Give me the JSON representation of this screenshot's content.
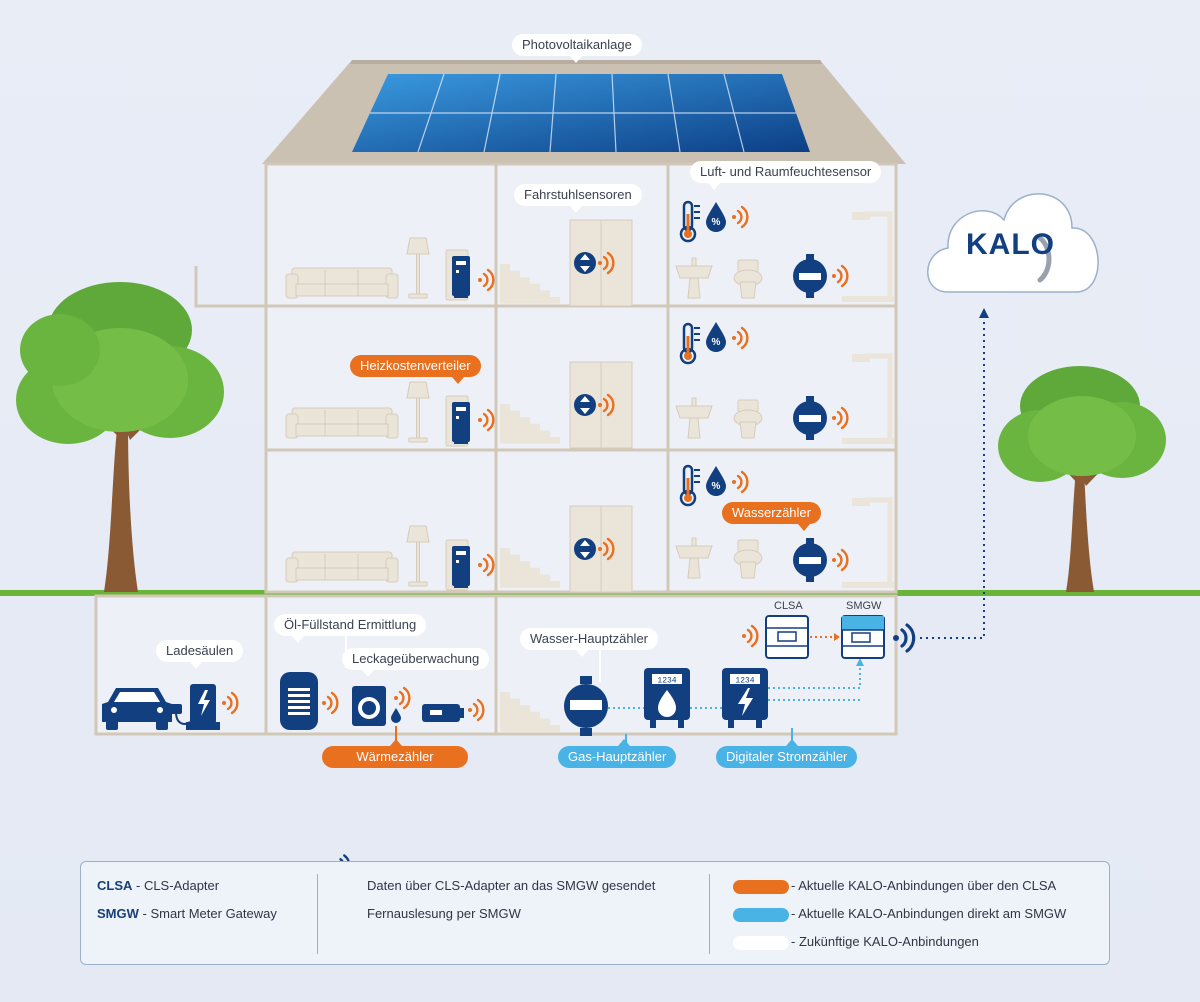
{
  "brand": {
    "name": "KALO",
    "navy": "#123f80",
    "orange": "#e8701f",
    "light_blue": "#4ab3e6",
    "grass": "#6bb43a"
  },
  "labels": {
    "photovoltaik": "Photovoltaikanlage",
    "fahrstuhl": "Fahrstuhlsensoren",
    "luftfeuchte": "Luft- und Raumfeuchtesensor",
    "heizkosten": "Heizkostenverteiler",
    "wasserzaehler": "Wasserzähler",
    "oel": "Öl-Füllstand Ermittlung",
    "leckage": "Leckageüberwachung",
    "ladesaeulen": "Ladesäulen",
    "wasser_haupt": "Wasser-Hauptzähler",
    "waerme": "Wärmezähler",
    "gas_haupt": "Gas-Hauptzähler",
    "strom": "Digitaler Stromzähler",
    "clsa": "CLSA",
    "smgw": "SMGW",
    "meter_display": "1234"
  },
  "legend": {
    "abbr": [
      {
        "key": "CLSA",
        "text": " - CLS-Adapter"
      },
      {
        "key": "SMGW",
        "text": " - Smart Meter Gateway"
      }
    ],
    "signals": [
      {
        "icon": "orange-signal-icon",
        "text": "Daten über CLS-Adapter an das SMGW gesendet"
      },
      {
        "icon": "navy-signal-icon",
        "text": "Fernauslesung per SMGW"
      }
    ],
    "connections": [
      {
        "color": "#e8701f",
        "text": "- Aktuelle KALO-Anbindungen über den CLSA"
      },
      {
        "color": "#4ab3e6",
        "text": "- Aktuelle KALO-Anbindungen direkt am SMGW"
      },
      {
        "color": "#ffffff",
        "text": "- Zukünftige KALO-Anbindungen"
      }
    ]
  }
}
